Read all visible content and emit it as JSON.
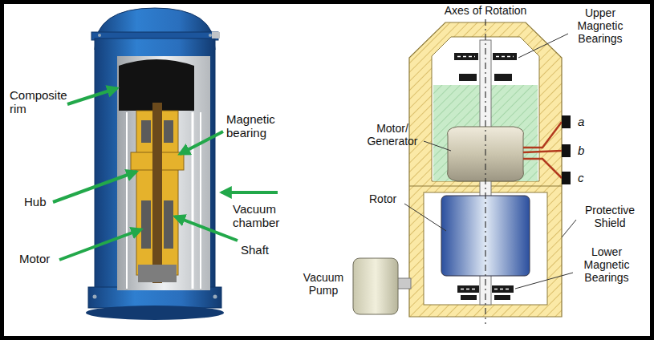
{
  "diagram": {
    "labels": [
      "Composite rim",
      "Magnetic bearing",
      "Hub",
      "Vacuum chamber",
      "Motor",
      "Shaft",
      "Axes of Rotation",
      "Upper Magnetic Bearings",
      "Motor/ Generator",
      "Rotor",
      "Protective Shield",
      "Lower Magnetic Bearings",
      "Vacuum Pump",
      "a",
      "b",
      "c"
    ]
  }
}
